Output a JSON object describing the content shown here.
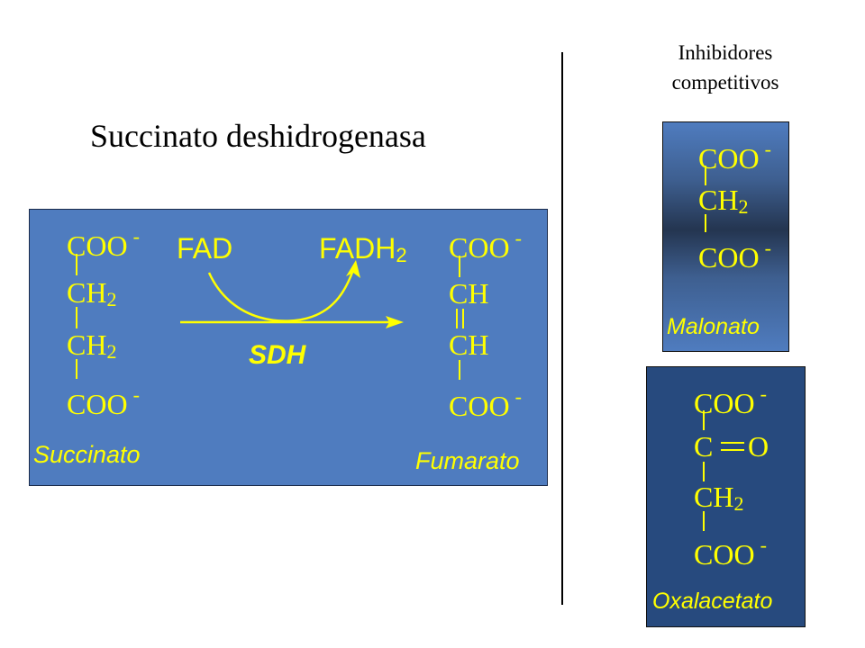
{
  "header": {
    "title": "Succinato deshidrogenasa",
    "inhibitors_line1": "Inhibidores",
    "inhibitors_line2": "competitivos"
  },
  "reaction": {
    "enzyme": "SDH",
    "cofactor_in": "FAD",
    "cofactor_out_base": "FADH",
    "cofactor_out_sub": "2",
    "substrate": {
      "name": "Succinato",
      "groups": [
        {
          "base": "COO",
          "sup": "-"
        },
        {
          "base": "CH",
          "sub": "2"
        },
        {
          "base": "CH",
          "sub": "2"
        },
        {
          "base": "COO",
          "sup": "-"
        }
      ]
    },
    "product": {
      "name": "Fumarato",
      "groups": [
        {
          "base": "COO",
          "sup": "-"
        },
        {
          "base": "CH"
        },
        {
          "base": "CH"
        },
        {
          "base": "COO",
          "sup": "-"
        }
      ]
    }
  },
  "inhibitors": [
    {
      "name": "Malonato",
      "groups": [
        {
          "base": "COO",
          "sup": "-"
        },
        {
          "base": "CH",
          "sub": "2"
        },
        {
          "base": "COO",
          "sup": "-"
        }
      ]
    },
    {
      "name": "Oxalacetato",
      "groups": [
        {
          "base": "COO",
          "sup": "-"
        },
        {
          "base": "C",
          "extra": "O"
        },
        {
          "base": "CH",
          "sub": "2"
        },
        {
          "base": "COO",
          "sup": "-"
        }
      ]
    }
  ],
  "colors": {
    "panel_main": "#4f7cbf",
    "panel_dark": "#274a7e",
    "formula_text": "#ffff00"
  }
}
